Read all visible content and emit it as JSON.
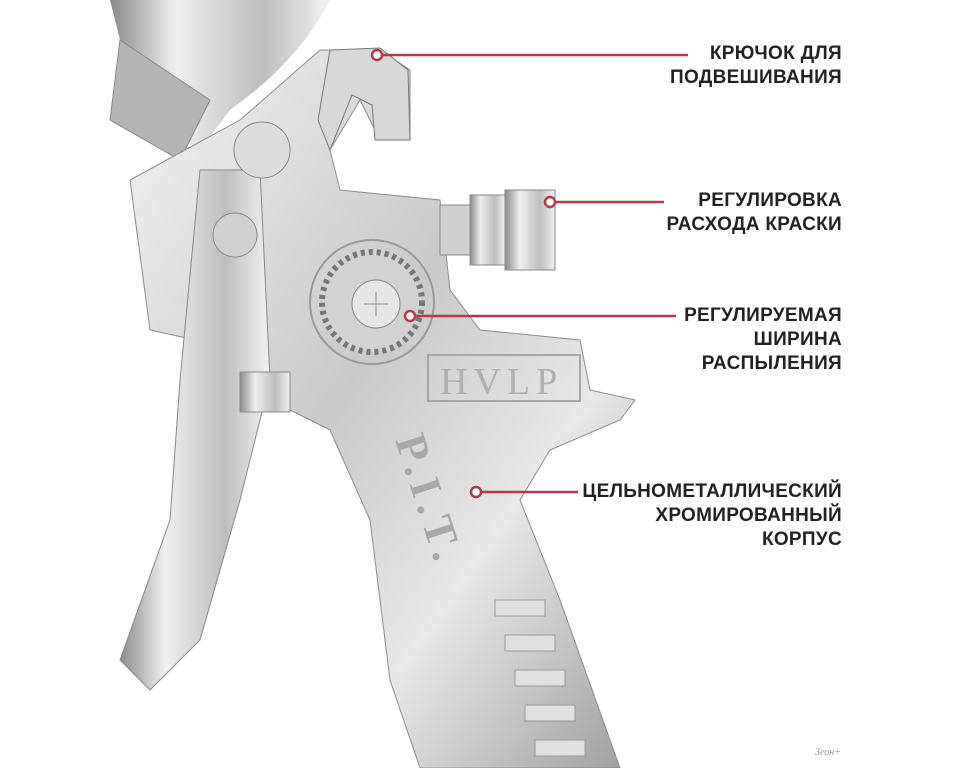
{
  "product_markings": {
    "hvlp": "HVLP",
    "brand": "P.I.T."
  },
  "callouts": [
    {
      "lines": [
        "КРЮЧОК ДЛЯ",
        "ПОДВЕШИВАНИЯ"
      ]
    },
    {
      "lines": [
        "РЕГУЛИРОВКА",
        "РАСХОДА КРАСКИ"
      ]
    },
    {
      "lines": [
        "РЕГУЛИРУЕМАЯ",
        "ШИРИНА",
        "РАСПЫЛЕНИЯ"
      ]
    },
    {
      "lines": [
        "ЦЕЛЬНОМЕТАЛЛИЧЕСКИЙ",
        "ХРОМИРОВАННЫЙ",
        "КОРПУС"
      ]
    }
  ],
  "watermark": "Зеон+",
  "colors": {
    "callout_line": "#b23a4b",
    "text": "#222222"
  }
}
